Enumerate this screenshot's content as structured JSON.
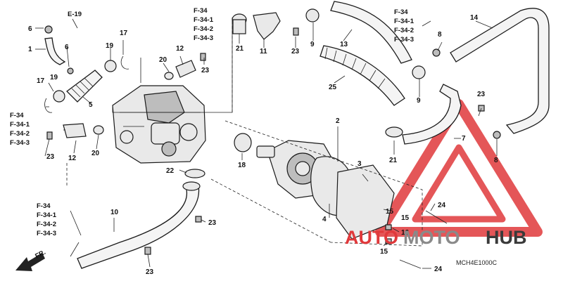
{
  "diagram": {
    "code": "MCH4E1000C",
    "direction_label": "FR.",
    "reference_blocks": [
      [
        "E-19"
      ],
      [
        "F-34",
        "F-34-1",
        "F-34-2",
        "F-34-3"
      ],
      [
        "F-34",
        "F-34-1",
        "F-34-2",
        "F-34-3"
      ],
      [
        "F-34",
        "F-34-1",
        "F-34-2",
        "F-34-3"
      ],
      [
        "F-34",
        "F-34-1",
        "F-34-2",
        "F-34-3"
      ]
    ],
    "callouts": [
      "1",
      "2",
      "3",
      "4",
      "5",
      "6",
      "6",
      "7",
      "8",
      "8",
      "9",
      "9",
      "10",
      "11",
      "12",
      "12",
      "13",
      "14",
      "15",
      "15",
      "15",
      "16",
      "17",
      "17",
      "18",
      "19",
      "19",
      "20",
      "20",
      "21",
      "21",
      "22",
      "23",
      "23",
      "23",
      "23",
      "23",
      "23",
      "24",
      "24",
      "25"
    ]
  },
  "watermark": {
    "part1": "AUTO",
    "part2": "MOTO",
    "part3": "HUB",
    "color_red": "#e0393b",
    "color_gray": "#8a8a8a",
    "color_dark": "#3a3a3a"
  }
}
